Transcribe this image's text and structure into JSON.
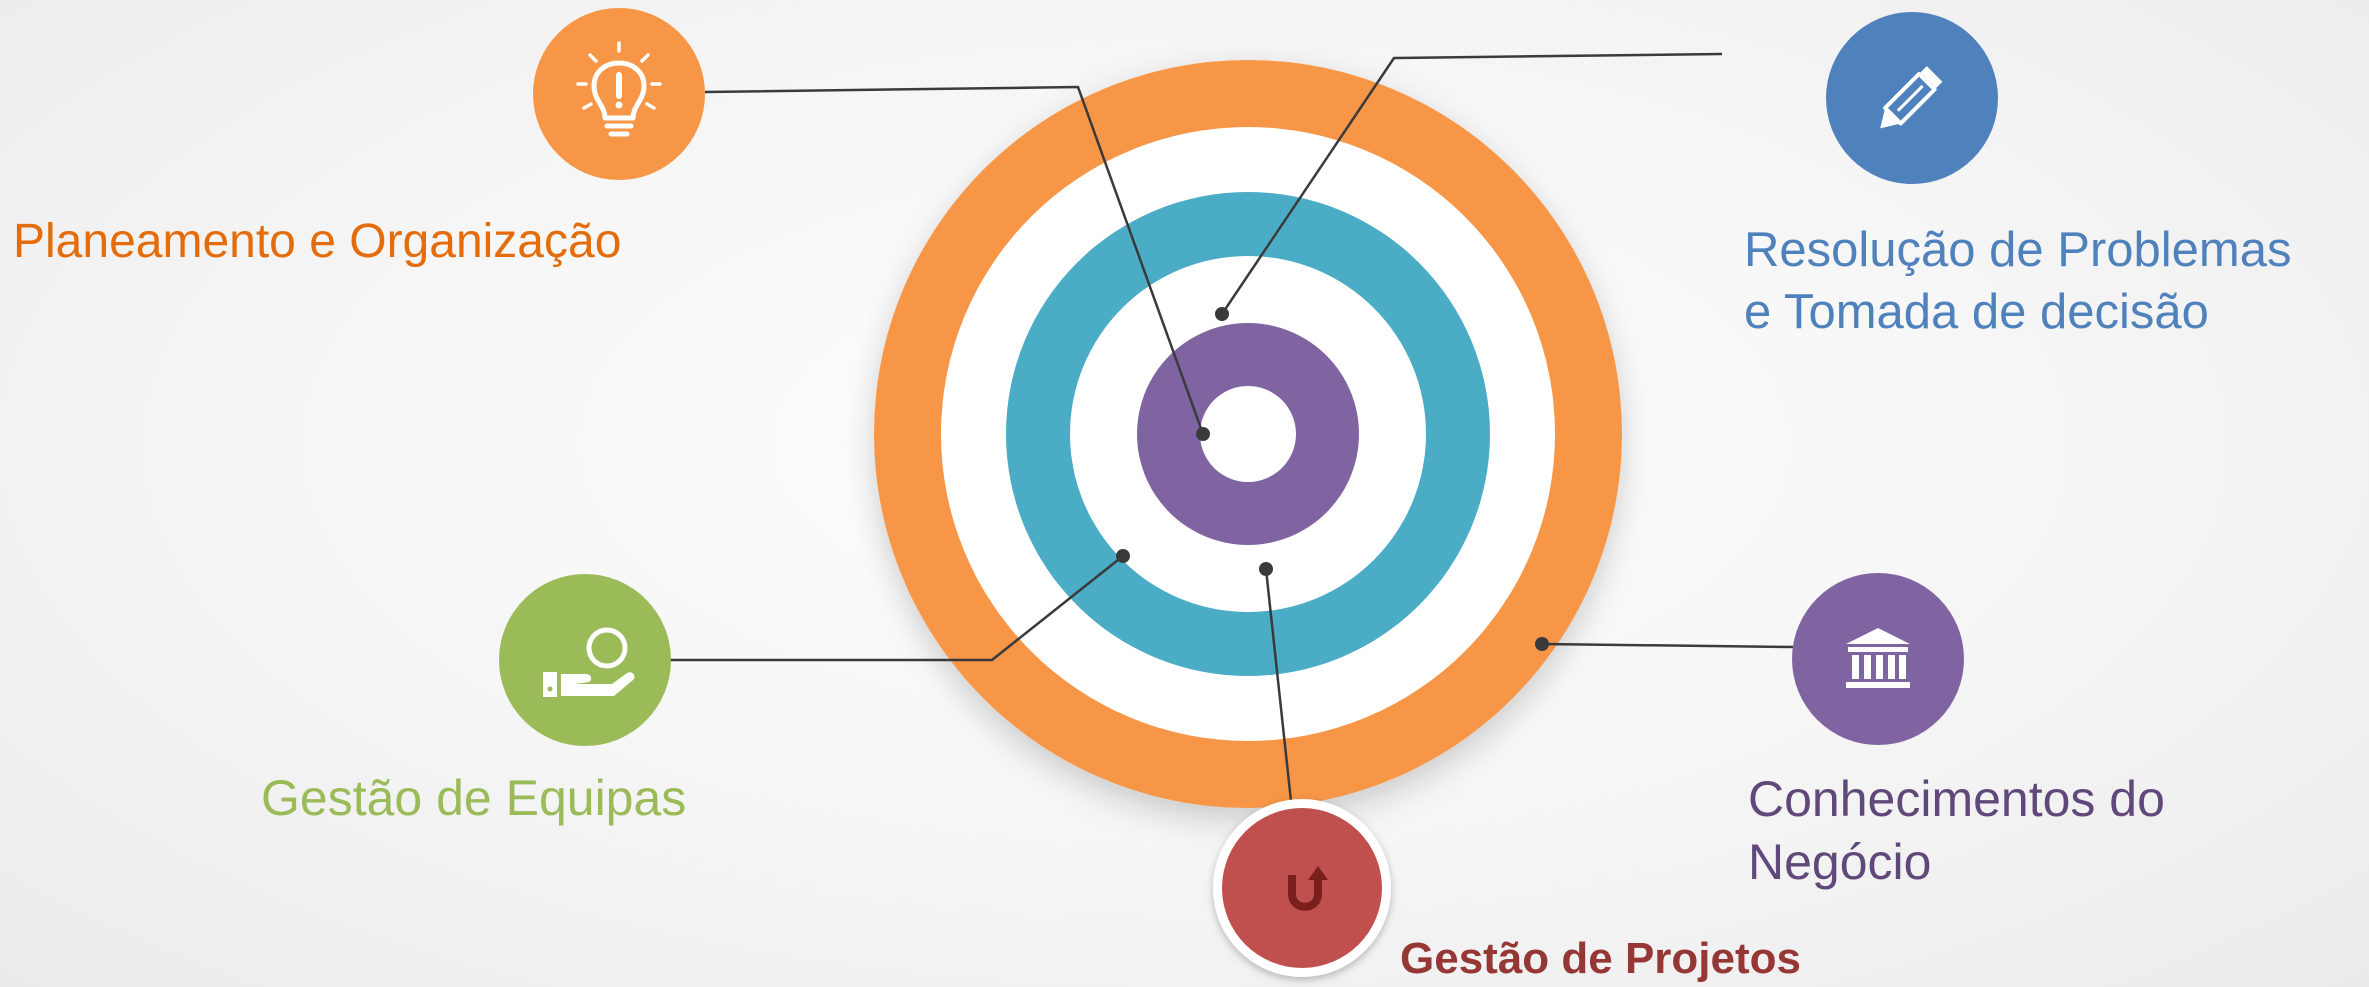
{
  "colors": {
    "orange": "#F79646",
    "orange_text": "#E46C0A",
    "blue": "#4F81BD",
    "teal": "#4BACC6",
    "purple": "#8064A2",
    "purple_text": "#60497A",
    "green": "#9BBB59",
    "red": "#C0504D",
    "red_text": "#953735",
    "line": "#3a3a3a"
  },
  "items": [
    {
      "id": "planeamento",
      "icon": "lightbulb-icon",
      "lines": [
        "Planeamento e Organização"
      ]
    },
    {
      "id": "resolucao",
      "icon": "pencil-icon",
      "lines": [
        "Resolução de Problemas",
        "e Tomada de decisão"
      ]
    },
    {
      "id": "equipas",
      "icon": "hand-coin-icon",
      "lines": [
        "Gestão de Equipas"
      ]
    },
    {
      "id": "negocio",
      "icon": "bank-icon",
      "lines": [
        "Conhecimentos do",
        "Negócio"
      ]
    },
    {
      "id": "projetos",
      "icon": "u-turn-arrow-icon",
      "lines": [
        "Gestão de Projetos"
      ]
    }
  ]
}
